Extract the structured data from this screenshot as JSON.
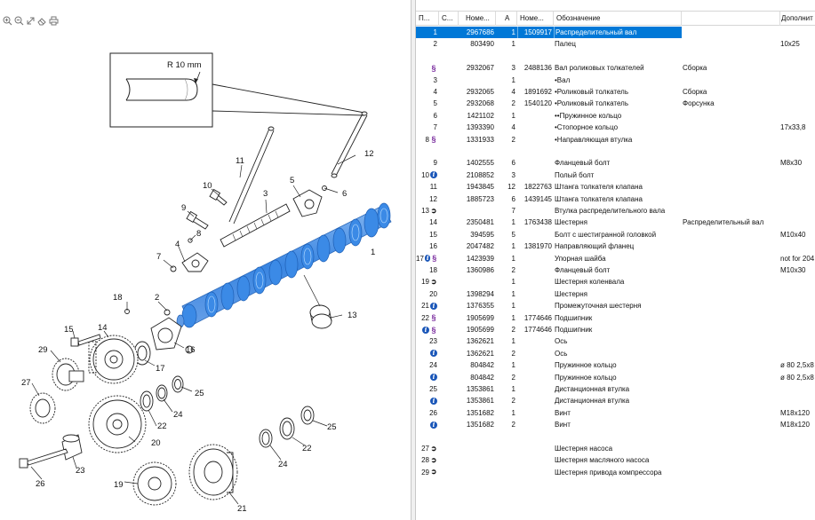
{
  "toolbar": {
    "buttons": [
      {
        "name": "zoom-in-icon",
        "glyph": "⊕"
      },
      {
        "name": "zoom-out-icon",
        "glyph": "⊖"
      },
      {
        "name": "fit-icon",
        "glyph": "⤢"
      },
      {
        "name": "eraser-icon",
        "glyph": "⌫"
      },
      {
        "name": "print-icon",
        "glyph": "⎙"
      }
    ]
  },
  "diagram": {
    "detail_label": "R 10 mm",
    "callouts": [
      "1",
      "2",
      "3",
      "4",
      "5",
      "6",
      "7",
      "8",
      "9",
      "10",
      "11",
      "12",
      "13",
      "14",
      "15",
      "16",
      "17",
      "18",
      "19",
      "20",
      "21",
      "22",
      "23",
      "24",
      "25",
      "26",
      "27",
      "29"
    ],
    "highlight_color": "#2f7fe0"
  },
  "grid": {
    "columns": [
      "П...",
      "С...",
      "Номе...",
      "А",
      "Номе...",
      "Обозначение",
      "",
      "Дополнит"
    ],
    "rows": [
      {
        "pos": "1",
        "icons": [],
        "num": "2967686",
        "qty": "1",
        "num2": "1509917",
        "desc": "Распределительный вал",
        "note": "",
        "add": "",
        "selected": true
      },
      {
        "pos": "2",
        "icons": [],
        "num": "803490",
        "qty": "1",
        "num2": "",
        "desc": "Палец",
        "note": "",
        "add": "10x25"
      },
      {
        "pos": "",
        "icons": [],
        "num": "",
        "qty": "",
        "num2": "",
        "desc": "",
        "note": "",
        "add": ""
      },
      {
        "pos": "",
        "icons": [
          "sect"
        ],
        "num": "2932067",
        "qty": "3",
        "num2": "2488136",
        "desc": "Вал роликовых толкателей",
        "note": "Сборка",
        "add": ""
      },
      {
        "pos": "3",
        "icons": [],
        "num": "",
        "qty": "1",
        "num2": "",
        "desc": "•Вал",
        "note": "",
        "add": ""
      },
      {
        "pos": "4",
        "icons": [],
        "num": "2932065",
        "qty": "4",
        "num2": "1891692",
        "desc": "•Роликовый толкатель",
        "note": "Сборка",
        "add": ""
      },
      {
        "pos": "5",
        "icons": [],
        "num": "2932068",
        "qty": "2",
        "num2": "1540120",
        "desc": "•Роликовый толкатель",
        "note": "Форсунка",
        "add": ""
      },
      {
        "pos": "6",
        "icons": [],
        "num": "1421102",
        "qty": "1",
        "num2": "",
        "desc": "••Пружинное кольцо",
        "note": "",
        "add": ""
      },
      {
        "pos": "7",
        "icons": [],
        "num": "1393390",
        "qty": "4",
        "num2": "",
        "desc": "•Стопорное кольцо",
        "note": "",
        "add": "17x33,8"
      },
      {
        "pos": "8",
        "icons": [
          "sect"
        ],
        "num": "1331933",
        "qty": "2",
        "num2": "",
        "desc": "•Направляющая втулка",
        "note": "",
        "add": ""
      },
      {
        "pos": "",
        "icons": [],
        "num": "",
        "qty": "",
        "num2": "",
        "desc": "",
        "note": "",
        "add": ""
      },
      {
        "pos": "9",
        "icons": [],
        "num": "1402555",
        "qty": "6",
        "num2": "",
        "desc": "Фланцевый болт",
        "note": "",
        "add": "M8x30"
      },
      {
        "pos": "10",
        "icons": [
          "info"
        ],
        "num": "2108852",
        "qty": "3",
        "num2": "",
        "desc": "Полый болт",
        "note": "",
        "add": ""
      },
      {
        "pos": "11",
        "icons": [],
        "num": "1943845",
        "qty": "12",
        "num2": "1822763",
        "desc": "Штанга толкателя клапана",
        "note": "",
        "add": ""
      },
      {
        "pos": "12",
        "icons": [],
        "num": "1885723",
        "qty": "6",
        "num2": "1439145",
        "desc": "Штанга толкателя клапана",
        "note": "",
        "add": ""
      },
      {
        "pos": "13",
        "icons": [
          "link"
        ],
        "num": "",
        "qty": "7",
        "num2": "",
        "desc": "Втулка распределительного вала",
        "note": "",
        "add": ""
      },
      {
        "pos": "14",
        "icons": [],
        "num": "2350481",
        "qty": "1",
        "num2": "1763438",
        "desc": "Шестерня",
        "note": "Распределительный вал",
        "add": ""
      },
      {
        "pos": "15",
        "icons": [],
        "num": "394595",
        "qty": "5",
        "num2": "",
        "desc": "Болт с шестигранной головкой",
        "note": "",
        "add": "M10x40"
      },
      {
        "pos": "16",
        "icons": [],
        "num": "2047482",
        "qty": "1",
        "num2": "1381970",
        "desc": "Направляющий фланец",
        "note": "",
        "add": ""
      },
      {
        "pos": "17",
        "icons": [
          "info",
          "sect"
        ],
        "num": "1423939",
        "qty": "1",
        "num2": "",
        "desc": "Упорная шайба",
        "note": "",
        "add": "not for 204"
      },
      {
        "pos": "18",
        "icons": [],
        "num": "1360986",
        "qty": "2",
        "num2": "",
        "desc": "Фланцевый болт",
        "note": "",
        "add": "M10x30"
      },
      {
        "pos": "19",
        "icons": [
          "link"
        ],
        "num": "",
        "qty": "1",
        "num2": "",
        "desc": "Шестерня коленвала",
        "note": "",
        "add": ""
      },
      {
        "pos": "20",
        "icons": [],
        "num": "1398294",
        "qty": "1",
        "num2": "",
        "desc": "Шестерня",
        "note": "",
        "add": ""
      },
      {
        "pos": "21",
        "icons": [
          "info"
        ],
        "num": "1376355",
        "qty": "1",
        "num2": "",
        "desc": "Промежуточная шестерня",
        "note": "",
        "add": ""
      },
      {
        "pos": "22",
        "icons": [
          "sect"
        ],
        "num": "1905699",
        "qty": "1",
        "num2": "1774646",
        "desc": "Подшипник",
        "note": "",
        "add": ""
      },
      {
        "pos": "",
        "icons": [
          "info",
          "sect"
        ],
        "num": "1905699",
        "qty": "2",
        "num2": "1774646",
        "desc": "Подшипник",
        "note": "",
        "add": ""
      },
      {
        "pos": "23",
        "icons": [],
        "num": "1362621",
        "qty": "1",
        "num2": "",
        "desc": "Ось",
        "note": "",
        "add": ""
      },
      {
        "pos": "",
        "icons": [
          "info"
        ],
        "num": "1362621",
        "qty": "2",
        "num2": "",
        "desc": "Ось",
        "note": "",
        "add": ""
      },
      {
        "pos": "24",
        "icons": [],
        "num": "804842",
        "qty": "1",
        "num2": "",
        "desc": "Пружинное кольцо",
        "note": "",
        "add": "ø 80 2,5x8"
      },
      {
        "pos": "",
        "icons": [
          "info"
        ],
        "num": "804842",
        "qty": "2",
        "num2": "",
        "desc": "Пружинное кольцо",
        "note": "",
        "add": "ø 80 2,5x8"
      },
      {
        "pos": "25",
        "icons": [],
        "num": "1353861",
        "qty": "1",
        "num2": "",
        "desc": "Дистанционная втулка",
        "note": "",
        "add": ""
      },
      {
        "pos": "",
        "icons": [
          "info"
        ],
        "num": "1353861",
        "qty": "2",
        "num2": "",
        "desc": "Дистанционная втулка",
        "note": "",
        "add": ""
      },
      {
        "pos": "26",
        "icons": [],
        "num": "1351682",
        "qty": "1",
        "num2": "",
        "desc": "Винт",
        "note": "",
        "add": "M18x120"
      },
      {
        "pos": "",
        "icons": [
          "info"
        ],
        "num": "1351682",
        "qty": "2",
        "num2": "",
        "desc": "Винт",
        "note": "",
        "add": "M18x120"
      },
      {
        "pos": "",
        "icons": [],
        "num": "",
        "qty": "",
        "num2": "",
        "desc": "",
        "note": "",
        "add": ""
      },
      {
        "pos": "27",
        "icons": [
          "link"
        ],
        "num": "",
        "qty": "",
        "num2": "",
        "desc": "Шестерня насоса",
        "note": "",
        "add": ""
      },
      {
        "pos": "28",
        "icons": [
          "link"
        ],
        "num": "",
        "qty": "",
        "num2": "",
        "desc": "Шестерня масляного насоса",
        "note": "",
        "add": ""
      },
      {
        "pos": "29",
        "icons": [
          "link"
        ],
        "num": "",
        "qty": "",
        "num2": "",
        "desc": "Шестерня привода компрессора",
        "note": "",
        "add": ""
      }
    ],
    "selection_color": "#0078d7",
    "icon_colors": {
      "info": "#1a56b8",
      "sect": "#7a2c9e"
    }
  }
}
